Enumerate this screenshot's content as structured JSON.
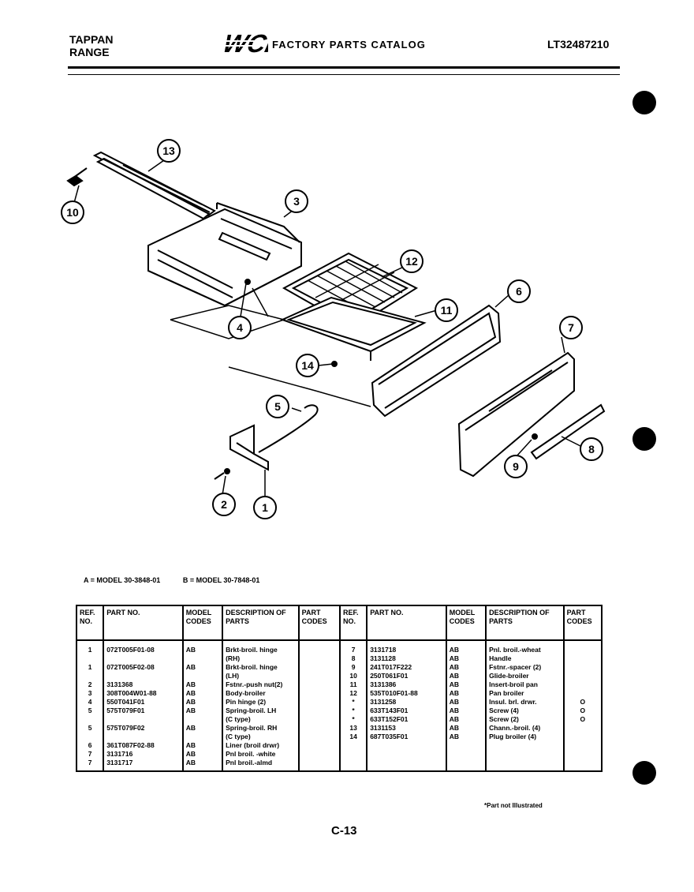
{
  "header": {
    "brand_line1": "TAPPAN",
    "brand_line2": "RANGE",
    "logo_text": "WCI",
    "catalog_title": "FACTORY PARTS CATALOG",
    "model_number": "LT32487210"
  },
  "callouts": [
    "13",
    "10",
    "3",
    "12",
    "4",
    "11",
    "6",
    "14",
    "7",
    "5",
    "8",
    "9",
    "2",
    "1"
  ],
  "model_legend": {
    "a": "A = MODEL 30-3848-01",
    "b": "B = MODEL 30-7848-01"
  },
  "table": {
    "headers": {
      "ref_no": "REF. NO.",
      "part_no": "PART NO.",
      "model_codes": "MODEL CODES",
      "description": "DESCRIPTION OF PARTS",
      "part_codes": "PART CODES"
    },
    "rows": [
      {
        "l_ref": "1",
        "l_part": "072T005F01-08",
        "l_model": "AB",
        "l_desc": "Brkt-broil. hinge",
        "l_code": "",
        "r_ref": "7",
        "r_part": "3131718",
        "r_model": "AB",
        "r_desc": "Pnl. broil.-wheat",
        "r_code": ""
      },
      {
        "l_ref": "",
        "l_part": "",
        "l_model": "",
        "l_desc": "(RH)",
        "l_code": "",
        "r_ref": "8",
        "r_part": "3131128",
        "r_model": "AB",
        "r_desc": "Handle",
        "r_code": ""
      },
      {
        "l_ref": "1",
        "l_part": "072T005F02-08",
        "l_model": "AB",
        "l_desc": "Brkt-broil. hinge",
        "l_code": "",
        "r_ref": "9",
        "r_part": "241T017F222",
        "r_model": "AB",
        "r_desc": "Fstnr.-spacer (2)",
        "r_code": ""
      },
      {
        "l_ref": "",
        "l_part": "",
        "l_model": "",
        "l_desc": "(LH)",
        "l_code": "",
        "r_ref": "10",
        "r_part": "250T061F01",
        "r_model": "AB",
        "r_desc": "Glide-broiler",
        "r_code": ""
      },
      {
        "l_ref": "2",
        "l_part": "3131368",
        "l_model": "AB",
        "l_desc": "Fstnr.-push nut(2)",
        "l_code": "",
        "r_ref": "11",
        "r_part": "3131386",
        "r_model": "AB",
        "r_desc": "Insert-broil pan",
        "r_code": ""
      },
      {
        "l_ref": "3",
        "l_part": "308T004W01-88",
        "l_model": "AB",
        "l_desc": "Body-broiler",
        "l_code": "",
        "r_ref": "12",
        "r_part": "535T010F01-88",
        "r_model": "AB",
        "r_desc": "Pan broiler",
        "r_code": ""
      },
      {
        "l_ref": "4",
        "l_part": "550T041F01",
        "l_model": "AB",
        "l_desc": "Pin hinge (2)",
        "l_code": "",
        "r_ref": "*",
        "r_part": "3131258",
        "r_model": "AB",
        "r_desc": "Insul. brl. drwr.",
        "r_code": "O"
      },
      {
        "l_ref": "5",
        "l_part": "575T079F01",
        "l_model": "AB",
        "l_desc": "Spring-broil. LH",
        "l_code": "",
        "r_ref": "*",
        "r_part": "633T143F01",
        "r_model": "AB",
        "r_desc": "Screw (4)",
        "r_code": "O"
      },
      {
        "l_ref": "",
        "l_part": "",
        "l_model": "",
        "l_desc": "(C type)",
        "l_code": "",
        "r_ref": "*",
        "r_part": "633T152F01",
        "r_model": "AB",
        "r_desc": "Screw (2)",
        "r_code": "O"
      },
      {
        "l_ref": "5",
        "l_part": "575T079F02",
        "l_model": "AB",
        "l_desc": "Spring-broil. RH",
        "l_code": "",
        "r_ref": "13",
        "r_part": "3131153",
        "r_model": "AB",
        "r_desc": "Chann.-broil. (4)",
        "r_code": ""
      },
      {
        "l_ref": "",
        "l_part": "",
        "l_model": "",
        "l_desc": "(C type)",
        "l_code": "",
        "r_ref": "14",
        "r_part": "687T035F01",
        "r_model": "AB",
        "r_desc": "Plug broiler (4)",
        "r_code": ""
      },
      {
        "l_ref": "6",
        "l_part": "361T087F02-88",
        "l_model": "AB",
        "l_desc": "Liner (broil drwr)",
        "l_code": "",
        "r_ref": "",
        "r_part": "",
        "r_model": "",
        "r_desc": "",
        "r_code": ""
      },
      {
        "l_ref": "7",
        "l_part": "3131716",
        "l_model": "AB",
        "l_desc": "Pnl broil. -white",
        "l_code": "",
        "r_ref": "",
        "r_part": "",
        "r_model": "",
        "r_desc": "",
        "r_code": ""
      },
      {
        "l_ref": "7",
        "l_part": "3131717",
        "l_model": "AB",
        "l_desc": "Pnl broil.-almd",
        "l_code": "",
        "r_ref": "",
        "r_part": "",
        "r_model": "",
        "r_desc": "",
        "r_code": ""
      }
    ]
  },
  "footnote": "*Part not Illustrated",
  "page_number": "C-13"
}
